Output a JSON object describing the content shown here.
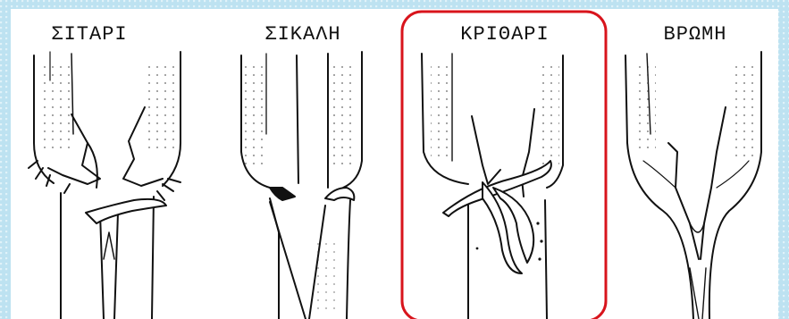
{
  "figure": {
    "panels": [
      {
        "id": "wheat",
        "label": "ΣΙΤΑΡΙ",
        "highlighted": false
      },
      {
        "id": "rye",
        "label": "ΣΙΚΑΛΗ",
        "highlighted": false
      },
      {
        "id": "barley",
        "label": "ΚΡΙΘΑΡΙ",
        "highlighted": true
      },
      {
        "id": "oat",
        "label": "ΒΡΩΜΗ",
        "highlighted": false
      }
    ],
    "colors": {
      "background": "#bde2f1",
      "highlight_border": "#d8141c",
      "ink": "#111111"
    }
  }
}
